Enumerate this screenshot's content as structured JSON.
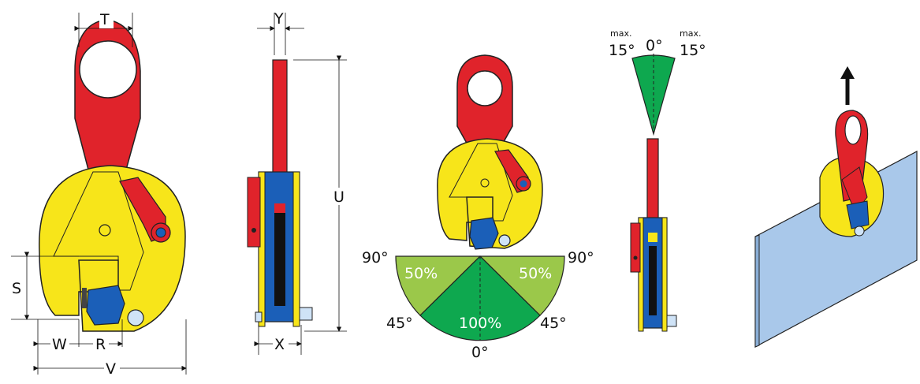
{
  "dimensions": {
    "T": "T",
    "Y": "Y",
    "U": "U",
    "S": "S",
    "W": "W",
    "R": "R",
    "V": "V",
    "X": "X"
  },
  "load_diagram": {
    "deg_90_left": "90°",
    "deg_90_right": "90°",
    "deg_45_left": "45°",
    "deg_45_right": "45°",
    "deg_0": "0°",
    "pct_left": "50%",
    "pct_right": "50%",
    "pct_center": "100%"
  },
  "tilt_diagram": {
    "max_left": "max.",
    "max_right": "max.",
    "deg_left": "15°",
    "deg_center": "0°",
    "deg_right": "15°"
  },
  "colors": {
    "yellow": "#f7e51a",
    "red": "#e0232b",
    "blue": "#1b5fb8",
    "green_dark": "#0ea84f",
    "green_light": "#9bc84a",
    "plate": "#a9c8ea"
  }
}
